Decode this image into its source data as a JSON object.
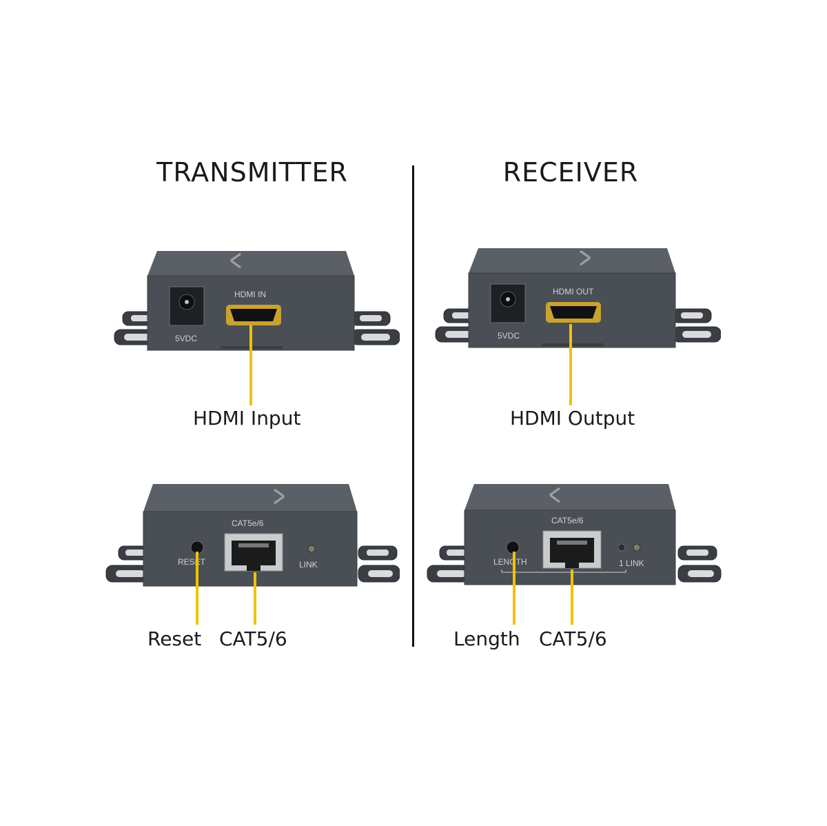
{
  "headings": {
    "left": "TRANSMITTER",
    "right": "RECEIVER"
  },
  "transmitter": {
    "front": {
      "power_label": "5VDC",
      "port_label": "HDMI IN",
      "callout": "HDMI Input"
    },
    "back": {
      "button_label": "RESET",
      "port_label": "CAT5e/6",
      "led_label": "LINK",
      "callout_button": "Reset",
      "callout_port": "CAT5/6"
    }
  },
  "receiver": {
    "front": {
      "power_label": "5VDC",
      "port_label": "HDMI OUT",
      "callout": "HDMI Output"
    },
    "back": {
      "button_label": "LENGTH",
      "port_label": "CAT5e/6",
      "led_label": "1  LINK",
      "callout_button": "Length",
      "callout_port": "CAT5/6"
    }
  },
  "colors": {
    "callout_line": "#f2c200",
    "device_body": "#4a4f55",
    "background": "#ffffff"
  }
}
